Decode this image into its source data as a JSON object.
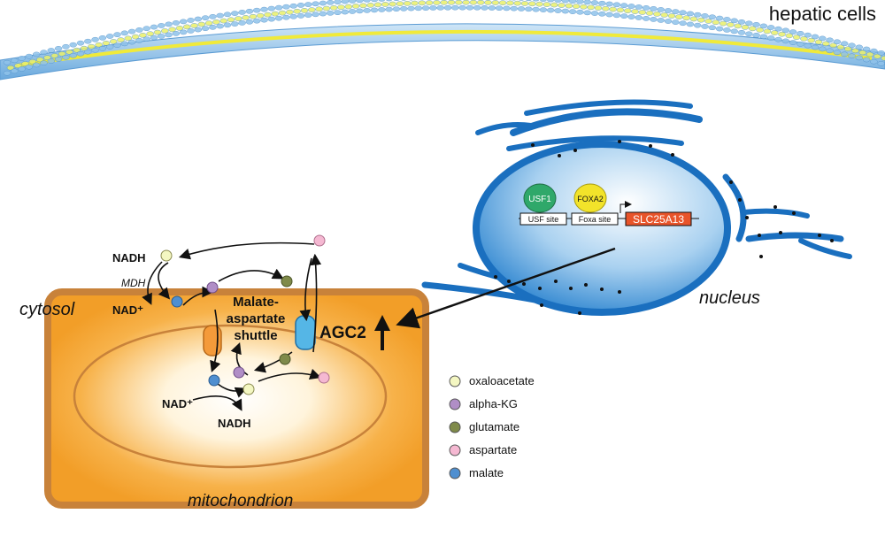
{
  "labels": {
    "hepatic_cells": "hepatic cells",
    "cytosol": "cytosol",
    "mitochondrion": "mitochondrion",
    "nucleus": "nucleus",
    "shuttle_line1": "Malate-",
    "shuttle_line2": "aspartate",
    "shuttle_line3": "shuttle",
    "agc2": "AGC2",
    "nadh_top": "NADH",
    "nad_top": "NAD⁺",
    "mdh": "MDH",
    "nad_bottom": "NAD⁺",
    "nadh_bottom": "NADH"
  },
  "gene": {
    "usf1": "USF1",
    "foxa2": "FOXA2",
    "usf_site": "USF site",
    "foxa_site": "Foxa site",
    "slc": "SLC25A13"
  },
  "legend": [
    {
      "name": "oxaloacetate",
      "color": "#f4f7c2"
    },
    {
      "name": "alpha-KG",
      "color": "#b08ec6"
    },
    {
      "name": "glutamate",
      "color": "#7f8a4a"
    },
    {
      "name": "aspartate",
      "color": "#f5b8d2"
    },
    {
      "name": "malate",
      "color": "#4f8fd0"
    }
  ],
  "colors": {
    "mito_fill": "#f4a630",
    "mito_border": "#c8823a",
    "nucleus": "#1a6fbf",
    "slc_box": "#e8542a",
    "usf1": "#2fa86a",
    "foxa2": "#f2e32a"
  }
}
